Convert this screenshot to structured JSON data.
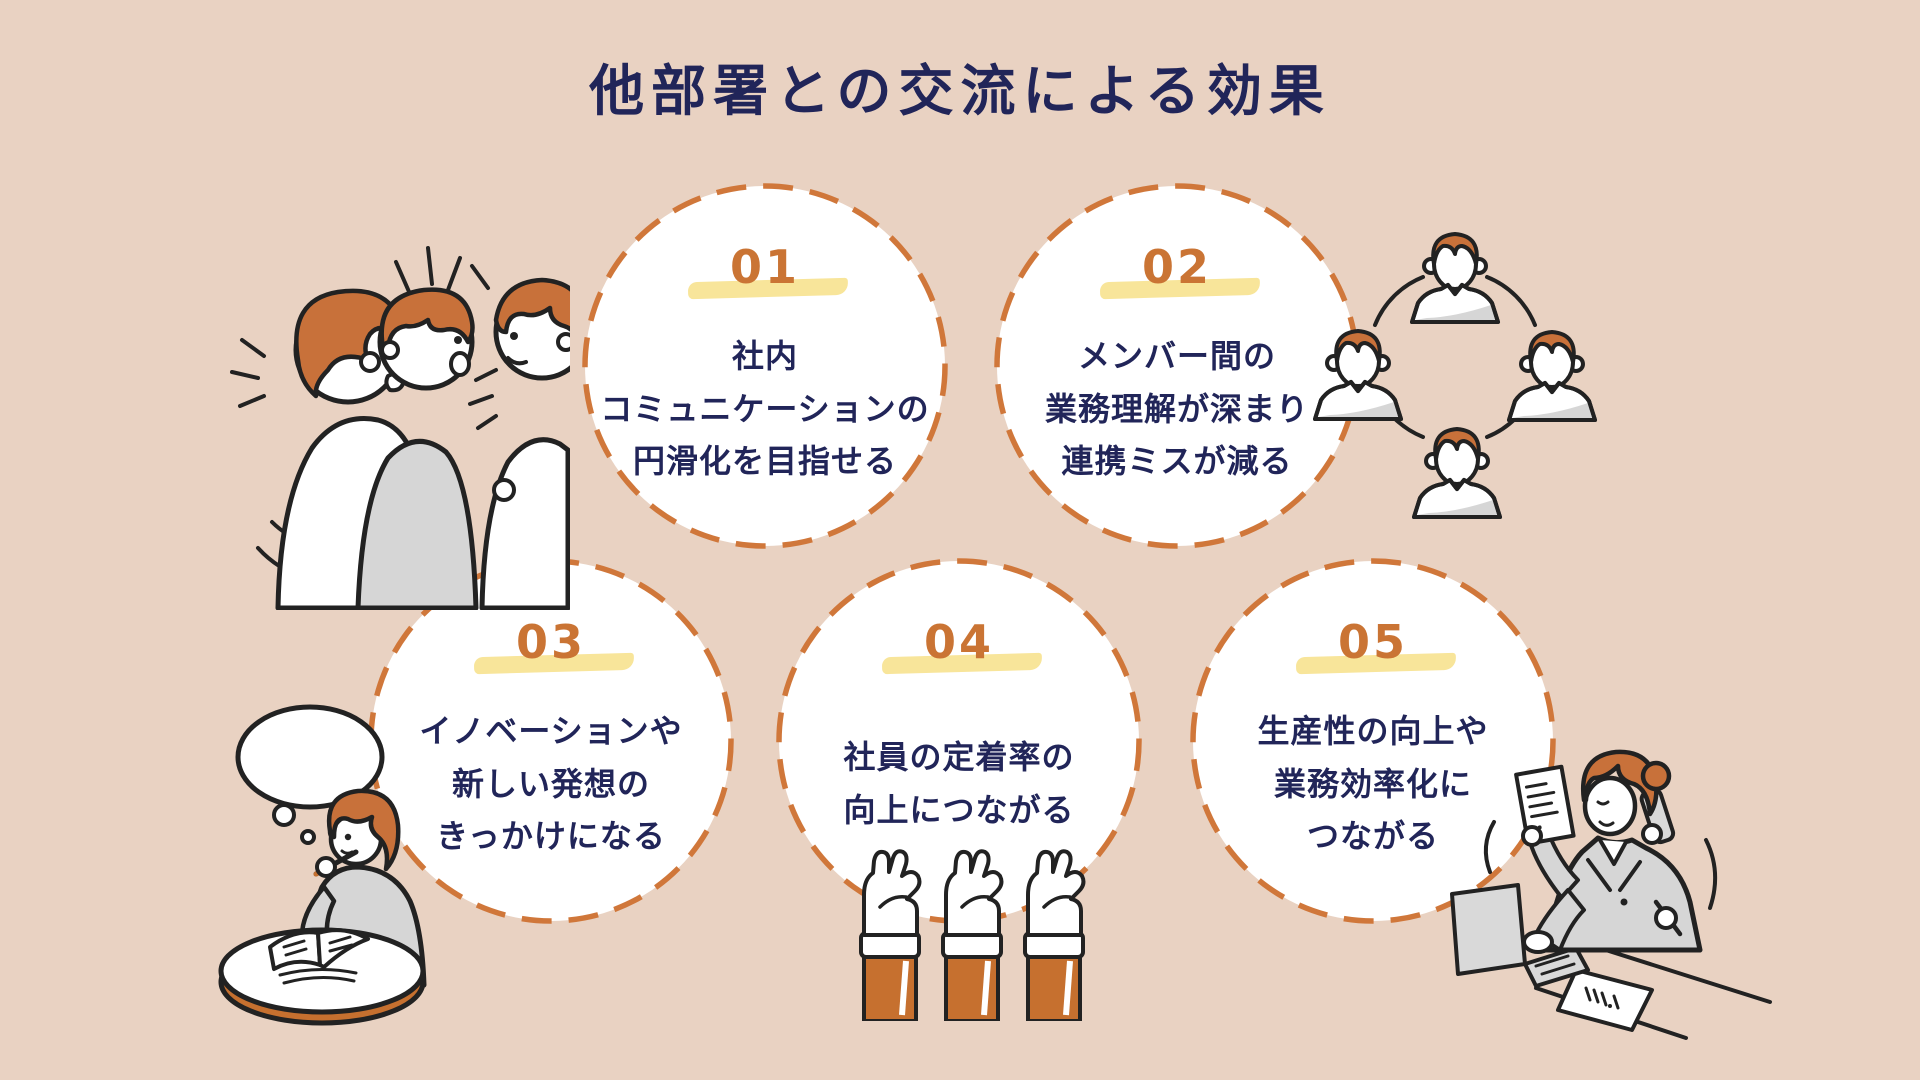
{
  "title": "他部署との交流による効果",
  "colors": {
    "background": "#e9d2c2",
    "circle_fill": "#ffffff",
    "circle_border": "#d0773a",
    "number_orange": "#ca7434",
    "highlight_yellow": "#f8e59a",
    "text_navy": "#212559",
    "outline": "#222222",
    "hair_orange": "#c8713a",
    "shirt_gray": "#d6d6d6",
    "sleeve_orange": "#c6702f"
  },
  "items": [
    {
      "number": "01",
      "lines": [
        "社内",
        "コミュニケーションの",
        "円滑化を目指せる"
      ]
    },
    {
      "number": "02",
      "lines": [
        "メンバー間の",
        "業務理解が深まり",
        "連携ミスが減る"
      ]
    },
    {
      "number": "03",
      "lines": [
        "イノベーションや",
        "新しい発想の",
        "きっかけになる"
      ]
    },
    {
      "number": "04",
      "lines": [
        "社員の定着率の",
        "向上につながる"
      ]
    },
    {
      "number": "05",
      "lines": [
        "生産性の向上や",
        "業務効率化に",
        "つながる"
      ]
    }
  ],
  "illustrations": {
    "talking_people": "talking-people-icon",
    "people_network": "people-network-icon",
    "thinking_person": "thinking-person-icon",
    "raised_hands": "raised-hands-icon",
    "phone_woman": "woman-on-phone-icon"
  }
}
